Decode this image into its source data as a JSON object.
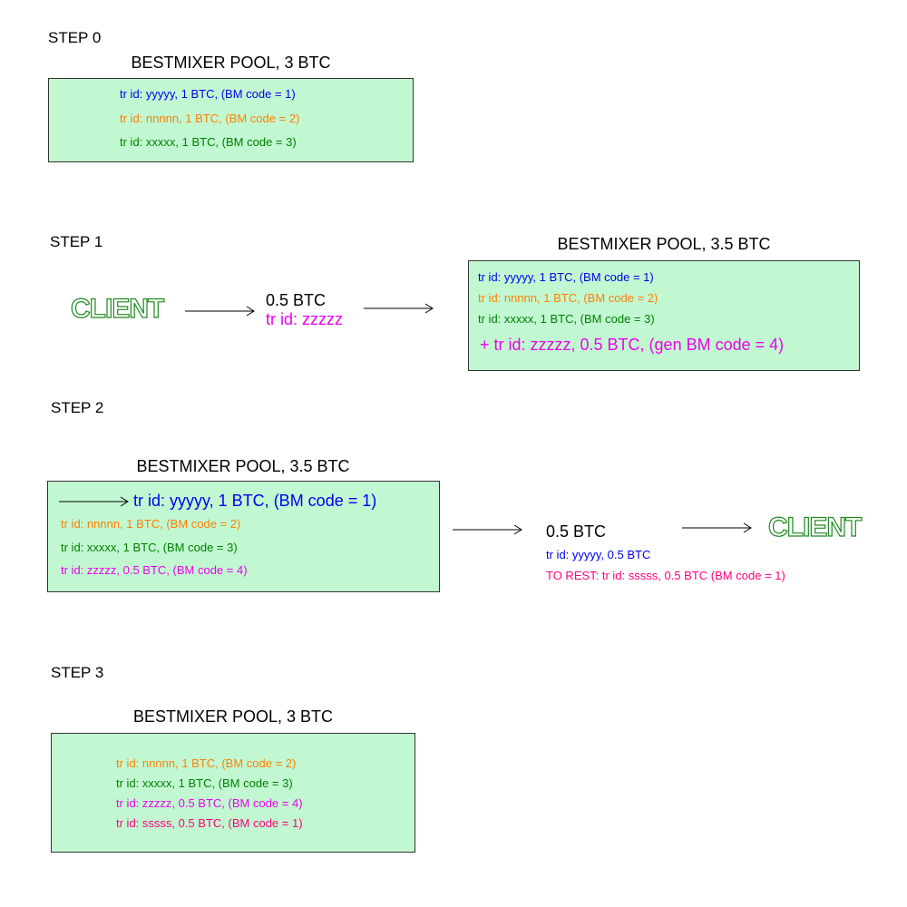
{
  "colors": {
    "pool_bg": "#c2f8d1",
    "blue": "#0000ee",
    "orange": "#ff7f00",
    "green": "#008000",
    "magenta": "#ee00ee",
    "pink": "#ff0080",
    "client_outline": "#1f8a1f"
  },
  "step0": {
    "label": "STEP 0",
    "pool_title": "BESTMIXER POOL, 3 BTC",
    "entries": [
      "tr id: yyyyy, 1 BTC, (BM code = 1)",
      "tr id: nnnnn, 1 BTC, (BM code = 2)",
      "tr id: xxxxx, 1 BTC, (BM code = 3)"
    ]
  },
  "step1": {
    "label": "STEP 1",
    "client": "CLIENT",
    "amount": "0.5 BTC",
    "tx": "tr id: zzzzz",
    "pool_title": "BESTMIXER POOL, 3.5 BTC",
    "entries": [
      "tr id: yyyyy, 1 BTC, (BM code = 1)",
      "tr id: nnnnn, 1 BTC, (BM code = 2)",
      "tr id: xxxxx, 1 BTC, (BM code = 3)",
      "+  tr id: zzzzz, 0.5 BTC, (gen BM code = 4)"
    ]
  },
  "step2": {
    "label": "STEP 2",
    "pool_title": "BESTMIXER POOL, 3.5 BTC",
    "entries": [
      "tr id: yyyyy, 1 BTC, (BM code = 1)",
      "tr id: nnnnn, 1 BTC, (BM code = 2)",
      "tr id: xxxxx, 1 BTC, (BM code = 3)",
      "tr id: zzzzz, 0.5 BTC, (BM code = 4)"
    ],
    "amount": "0.5 BTC",
    "tx": "tr id: yyyyy, 0.5 BTC",
    "rest": "TO REST: tr id: sssss, 0.5 BTC (BM code = 1)",
    "client": "CLIENT"
  },
  "step3": {
    "label": "STEP 3",
    "pool_title": "BESTMIXER POOL, 3 BTC",
    "entries": [
      "tr id: nnnnn, 1 BTC, (BM code = 2)",
      "tr id: xxxxx, 1 BTC, (BM code = 3)",
      "tr id: zzzzz, 0.5 BTC, (BM code = 4)",
      "tr id: sssss, 0.5 BTC, (BM code = 1)"
    ]
  }
}
